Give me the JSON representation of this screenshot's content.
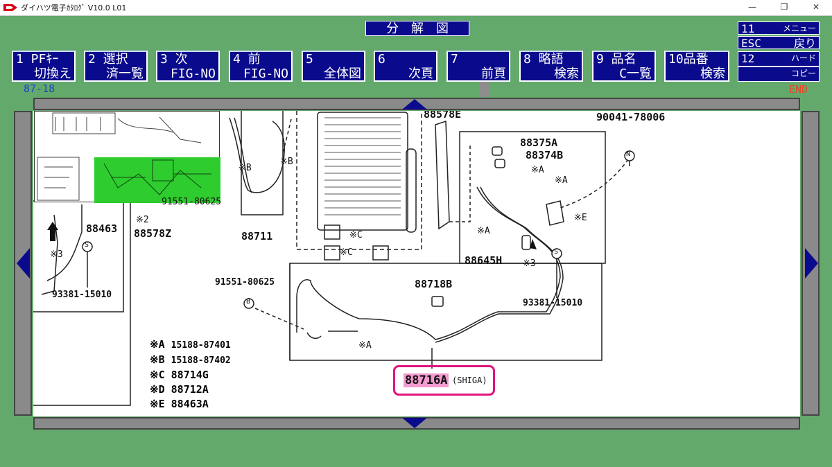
{
  "window": {
    "title": "ダイハツ電子ｶﾀﾛｸﾞ V10.0 L01",
    "minimize": "—",
    "restore": "❐",
    "close": "✕"
  },
  "screen_title": "分　解　図",
  "function_keys": [
    {
      "line1": "1 PFｷｰ",
      "line2": "切換え"
    },
    {
      "line1": "2 選択",
      "line2": "済一覧"
    },
    {
      "line1": "3 次",
      "line2": "FIG-NO"
    },
    {
      "line1": "4 前",
      "line2": "FIG-NO"
    },
    {
      "line1": "5",
      "line2": "全体図"
    },
    {
      "line1": "6",
      "line2": "次頁"
    },
    {
      "line1": "7",
      "line2": "前頁"
    },
    {
      "line1": "8 略語",
      "line2": "検索"
    },
    {
      "line1": "9 品名",
      "line2": "C一覧"
    },
    {
      "line1": "10品番",
      "line2": "検索"
    }
  ],
  "side_menu": [
    {
      "key": "11",
      "label": "メニュー"
    },
    {
      "key": "ESC",
      "label": "戻り"
    },
    {
      "key": "12",
      "label": "ハード"
    },
    {
      "key": "",
      "label": "コピー"
    }
  ],
  "fig_number": "87-18",
  "end_label": "END",
  "colors": {
    "background": "#64a96c",
    "button": "#0a0a8c",
    "highlight_box": "#e0137c",
    "highlight_fill": "#f39ad0"
  },
  "diagram": {
    "labels": {
      "p88578E": "88578E",
      "p90041": "90041-78006",
      "p88375A": "88375A",
      "p88374B": "88374B",
      "p88711": "88711",
      "p88463": "88463",
      "p88578Z": "88578Z",
      "p91551a": "91551-80625",
      "p88645H": "88645H",
      "p88718B": "88718B",
      "p91551b": "91551-80625",
      "p93381a": "93381-15010",
      "p93381b": "93381-15010",
      "mark2": "※2",
      "mark3a": "※3",
      "mark3b": "※3",
      "markA1": "※A",
      "markA2": "※A",
      "markA3": "※A",
      "markA4": "※A",
      "markB1": "※B",
      "markB2": "※B",
      "markC1": "※C",
      "markC2": "※C",
      "markE": "※E"
    },
    "legend": [
      {
        "mark": "※A",
        "part": "15188-87401"
      },
      {
        "mark": "※B",
        "part": "15188-87402"
      },
      {
        "mark": "※C",
        "part": "88714G"
      },
      {
        "mark": "※D",
        "part": "88712A"
      },
      {
        "mark": "※E",
        "part": "88463A"
      }
    ],
    "selected_part": "88716A",
    "selected_note": "(SHIGA)",
    "callouts": {
      "N": "N",
      "S1": "S",
      "S2": "S",
      "B": "B"
    }
  }
}
